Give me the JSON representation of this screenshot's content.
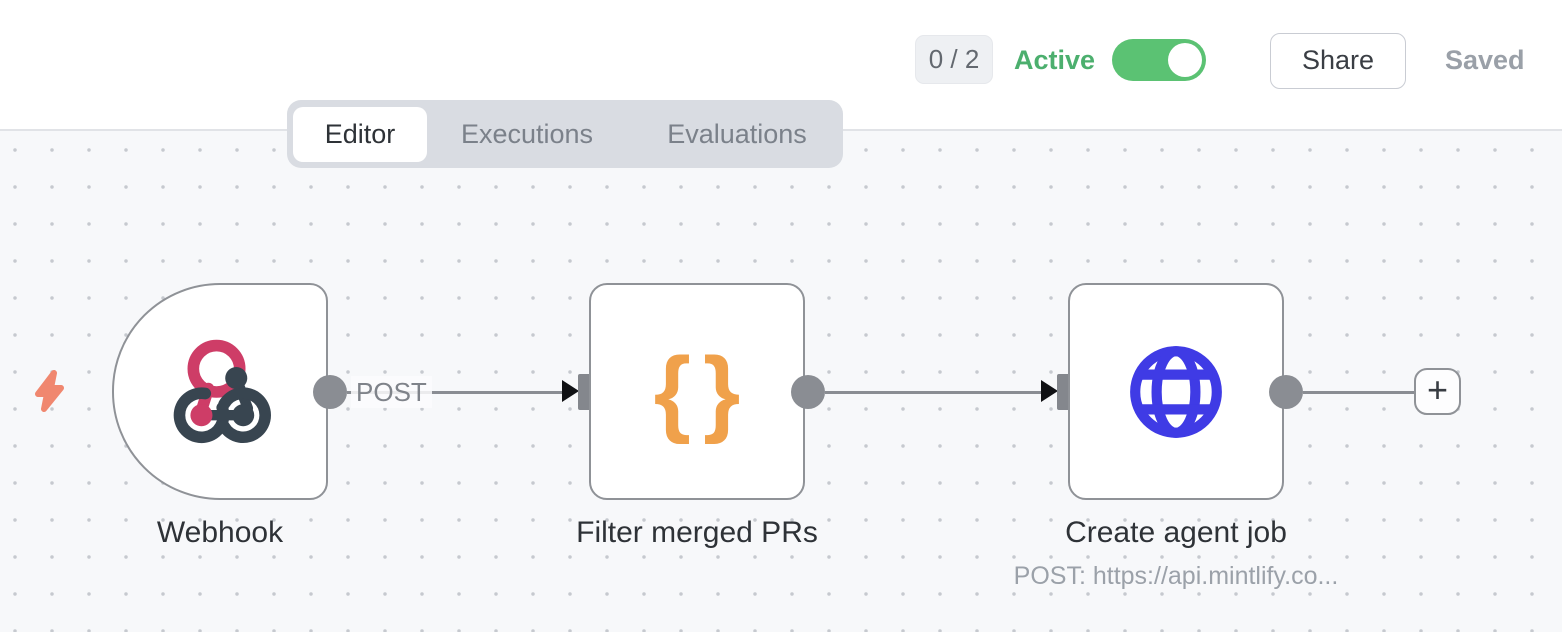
{
  "header": {
    "execution_counter": "0 / 2",
    "active_toggle_label": "Active",
    "share_button": "Share",
    "save_status": "Saved"
  },
  "tabs": {
    "editor": "Editor",
    "executions": "Executions",
    "evaluations": "Evaluations"
  },
  "workflow": {
    "nodes": [
      {
        "name": "Webhook",
        "icon": "webhook-icon",
        "output_label": "POST"
      },
      {
        "name": "Filter merged PRs",
        "icon": "code-braces-icon",
        "icon_glyph": "{}"
      },
      {
        "name": "Create agent job",
        "icon": "globe-icon",
        "subtitle": "POST: https://api.mintlify.co..."
      }
    ],
    "add_node_button": "+"
  },
  "colors": {
    "accent_green": "#4CAF6E",
    "toggle_green": "#5BC273",
    "webhook_pink": "#CE3D67",
    "webhook_slate": "#384550",
    "code_orange": "#F0A14B",
    "http_blue": "#3F3BE5",
    "trigger_bolt_coral": "#F0876F",
    "node_border_gray": "#8F9297",
    "connector_gray": "#8A8D93"
  }
}
